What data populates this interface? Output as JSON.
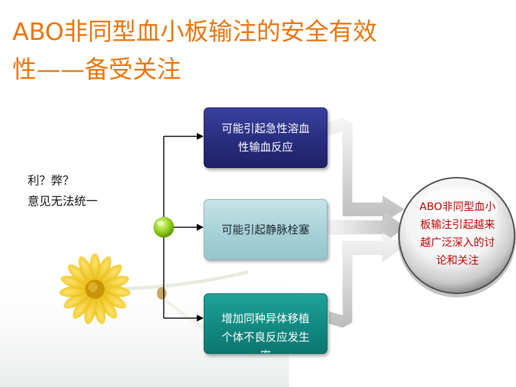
{
  "title": {
    "line1": "ABO非同型血小板输注的安全有效",
    "line2": "性——备受关注"
  },
  "question": {
    "line1": "利？弊？",
    "line2": "意见无法统一"
  },
  "boxes": {
    "box1": {
      "line1": "可能引起急性溶血",
      "line2": "性输血反应"
    },
    "box2": {
      "line1": "可能引起静脉栓塞"
    },
    "box3": {
      "line1": "增加同种异体移植",
      "line2": "个体不良反应发生",
      "line3": "率"
    }
  },
  "conclusion": {
    "line1": "ABO非同型血小",
    "line2": "板输注引起越来",
    "line3": "越广泛深入的讨",
    "line4": "论和关注"
  },
  "colors": {
    "title": "#e9750c",
    "box1": "#262b7c",
    "box2": "#a4cfd6",
    "box3": "#11877f",
    "conclusion_text": "#c00000"
  }
}
